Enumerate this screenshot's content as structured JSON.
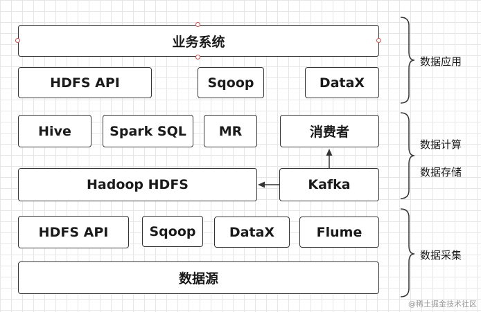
{
  "layers": {
    "application": {
      "business_system": "业务系统",
      "hdfs_api": "HDFS API",
      "sqoop": "Sqoop",
      "datax": "DataX"
    },
    "compute": {
      "hive": "Hive",
      "spark_sql": "Spark SQL",
      "mr": "MR",
      "consumer": "消费者"
    },
    "storage": {
      "hadoop_hdfs": "Hadoop HDFS",
      "kafka": "Kafka"
    },
    "collection": {
      "hdfs_api": "HDFS API",
      "sqoop": "Sqoop",
      "datax": "DataX",
      "flume": "Flume",
      "data_source": "数据源"
    }
  },
  "side_labels": {
    "application": "数据应用",
    "compute": "数据计算",
    "storage": "数据存储",
    "collection": "数据采集"
  },
  "watermark": "@稀土掘金技术社区",
  "colors": {
    "box_border": "#333333",
    "selection_handle": "#c0504d",
    "grid": "#e6e6e6"
  }
}
